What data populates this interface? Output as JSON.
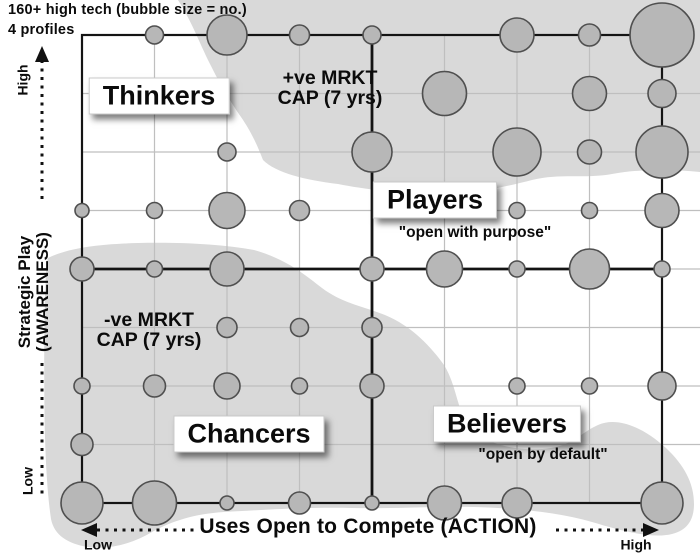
{
  "title": {
    "line1": "160+ high tech (bubble size = no.)",
    "line2": "4 profiles"
  },
  "axes": {
    "y": {
      "label_line1": "Strategic Play",
      "label_line2": "(AWARENESS)",
      "high": "High",
      "low": "Low"
    },
    "x": {
      "label": "Uses Open to Compete (ACTION)",
      "low": "Low",
      "high": "High"
    }
  },
  "quadrants": [
    {
      "id": "thinkers",
      "label": "Thinkers",
      "sublabel": ""
    },
    {
      "id": "players",
      "label": "Players",
      "sublabel": "\"open with purpose\""
    },
    {
      "id": "chancers",
      "label": "Chancers",
      "sublabel": ""
    },
    {
      "id": "believers",
      "label": "Believers",
      "sublabel": "\"open by default\""
    }
  ],
  "annotations": {
    "positive": {
      "line1": "+ve MRKT",
      "line2": "CAP (7 yrs)"
    },
    "negative": {
      "line1": "-ve MRKT",
      "line2": "CAP (7 yrs)"
    }
  },
  "colors": {
    "blob": "#d9d9d9",
    "bubble_fill": "#b7b7b7",
    "bubble_stroke": "#4f4f4f",
    "grid": "#bfbfbf",
    "border": "#141414",
    "text": "#0b0b0b"
  },
  "chart_data": {
    "type": "scatter",
    "subtype": "bubble-grid",
    "title": "160+ high tech (bubble size = no.)",
    "subtitle": "4 profiles",
    "xlabel": "Uses Open to Compete (ACTION)",
    "ylabel": "Strategic Play (AWARENESS)",
    "x_range_labels": [
      "Low",
      "High"
    ],
    "y_range_labels": [
      "Low",
      "High"
    ],
    "grid": {
      "cols": 9,
      "rows": 9,
      "note": "col 0 = Low action, col 8 = High action; row 0 = High awareness, row 8 = Low awareness; r = bubble radius in px (bubble size = no. of profiles)"
    },
    "quadrant_labels": [
      "Thinkers",
      "Players",
      "Chancers",
      "Believers"
    ],
    "shaded_regions": [
      "+ve MRKT CAP (7 yrs) — top/right blob",
      "-ve MRKT CAP (7 yrs) — bottom/left blob"
    ],
    "bubbles": [
      {
        "col": 1,
        "row": 0,
        "r": 9
      },
      {
        "col": 2,
        "row": 0,
        "r": 20
      },
      {
        "col": 3,
        "row": 0,
        "r": 10
      },
      {
        "col": 4,
        "row": 0,
        "r": 9
      },
      {
        "col": 6,
        "row": 0,
        "r": 17
      },
      {
        "col": 7,
        "row": 0,
        "r": 11
      },
      {
        "col": 8,
        "row": 0,
        "r": 32
      },
      {
        "col": 5,
        "row": 1,
        "r": 22
      },
      {
        "col": 7,
        "row": 1,
        "r": 17
      },
      {
        "col": 8,
        "row": 1,
        "r": 14
      },
      {
        "col": 2,
        "row": 2,
        "r": 9
      },
      {
        "col": 4,
        "row": 2,
        "r": 20
      },
      {
        "col": 6,
        "row": 2,
        "r": 24
      },
      {
        "col": 7,
        "row": 2,
        "r": 12
      },
      {
        "col": 8,
        "row": 2,
        "r": 26
      },
      {
        "col": 0,
        "row": 3,
        "r": 7
      },
      {
        "col": 1,
        "row": 3,
        "r": 8
      },
      {
        "col": 2,
        "row": 3,
        "r": 18
      },
      {
        "col": 3,
        "row": 3,
        "r": 10
      },
      {
        "col": 6,
        "row": 3,
        "r": 8
      },
      {
        "col": 7,
        "row": 3,
        "r": 8
      },
      {
        "col": 8,
        "row": 3,
        "r": 17
      },
      {
        "col": 0,
        "row": 4,
        "r": 12
      },
      {
        "col": 1,
        "row": 4,
        "r": 8
      },
      {
        "col": 2,
        "row": 4,
        "r": 17
      },
      {
        "col": 4,
        "row": 4,
        "r": 12
      },
      {
        "col": 5,
        "row": 4,
        "r": 18
      },
      {
        "col": 6,
        "row": 4,
        "r": 8
      },
      {
        "col": 7,
        "row": 4,
        "r": 20
      },
      {
        "col": 8,
        "row": 4,
        "r": 8
      },
      {
        "col": 2,
        "row": 5,
        "r": 10
      },
      {
        "col": 3,
        "row": 5,
        "r": 9
      },
      {
        "col": 4,
        "row": 5,
        "r": 10
      },
      {
        "col": 0,
        "row": 6,
        "r": 8
      },
      {
        "col": 1,
        "row": 6,
        "r": 11
      },
      {
        "col": 2,
        "row": 6,
        "r": 13
      },
      {
        "col": 3,
        "row": 6,
        "r": 8
      },
      {
        "col": 4,
        "row": 6,
        "r": 12
      },
      {
        "col": 6,
        "row": 6,
        "r": 8
      },
      {
        "col": 7,
        "row": 6,
        "r": 8
      },
      {
        "col": 8,
        "row": 6,
        "r": 14
      },
      {
        "col": 0,
        "row": 7,
        "r": 11
      },
      {
        "col": 0,
        "row": 8,
        "r": 21
      },
      {
        "col": 1,
        "row": 8,
        "r": 22
      },
      {
        "col": 2,
        "row": 8,
        "r": 7
      },
      {
        "col": 3,
        "row": 8,
        "r": 11
      },
      {
        "col": 4,
        "row": 8,
        "r": 7
      },
      {
        "col": 5,
        "row": 8,
        "r": 17
      },
      {
        "col": 6,
        "row": 8,
        "r": 15
      },
      {
        "col": 8,
        "row": 8,
        "r": 21
      }
    ]
  }
}
